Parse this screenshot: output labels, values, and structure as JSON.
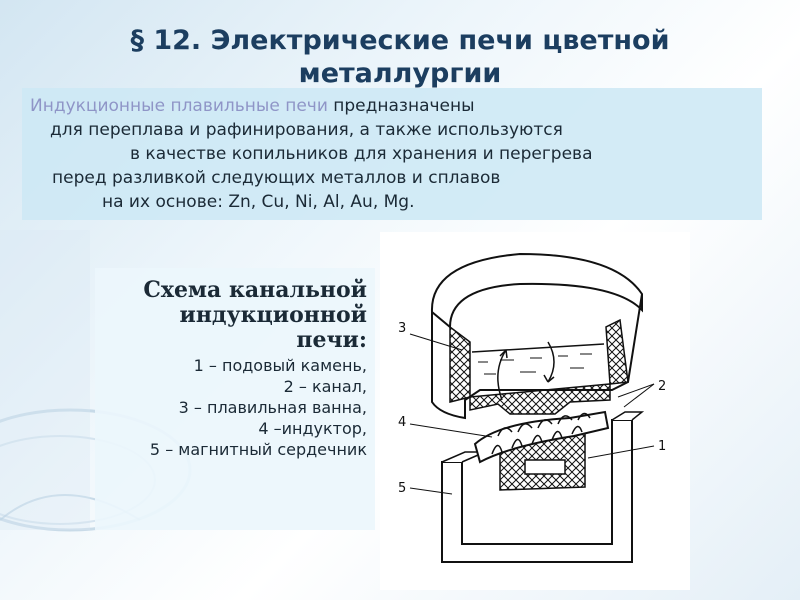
{
  "slide": {
    "title": "§ 12. Электрические печи цветной металлургии"
  },
  "intro": {
    "highlight": "Индукционные плавильные печи",
    "line1_rest": " предназначены",
    "line2": "для переплава и рафинирования, а также используются",
    "line3": "в качестве копильников для хранения и перегрева",
    "line4": "перед разливкой следующих металлов и сплавов",
    "line5": "на их основе: Zn, Cu, Ni, Al, Au, Mg."
  },
  "caption": {
    "title": "Схема канальной индукционной печи:",
    "items": [
      "1 – подовый камень,",
      "2 – канал,",
      "3 – плавильная ванна,",
      "4 –индуктор,",
      "5 – магнитный сердечник"
    ]
  },
  "diagram": {
    "labels": [
      "3",
      "4",
      "5",
      "2",
      "1"
    ],
    "colors": {
      "stroke": "#111111",
      "panel": "#ffffff"
    }
  }
}
